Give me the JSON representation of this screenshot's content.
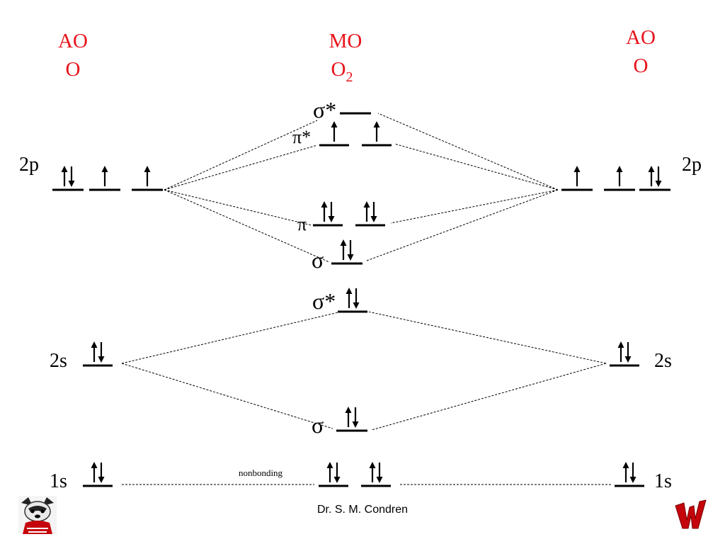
{
  "headers": {
    "left_line1": "AO",
    "left_line2": "O",
    "center_line1": "MO",
    "center_line2_base": "O",
    "center_line2_sub": "2",
    "right_line1": "AO",
    "right_line2": "O"
  },
  "ao_labels": {
    "left_2p": "2p",
    "right_2p": "2p",
    "left_2s": "2s",
    "right_2s": "2s",
    "left_1s": "1s",
    "right_1s": "1s"
  },
  "mo_labels": {
    "sigma_star_2p": "σ*",
    "pi_star_2p": "π*",
    "pi_2p": "π",
    "sigma_2p": "σ",
    "sigma_star_2s": "σ*",
    "sigma_2s": "σ",
    "nonbonding": "nonbonding"
  },
  "levels": {
    "left_2p": [
      "updown",
      "up",
      "up"
    ],
    "right_2p": [
      "up",
      "up",
      "updown"
    ],
    "sigma_star_2p": [
      "empty"
    ],
    "pi_star_2p": [
      "up",
      "up"
    ],
    "pi_2p": [
      "updown",
      "updown"
    ],
    "sigma_2p": [
      "updown"
    ],
    "sigma_star_2s": [
      "updown"
    ],
    "left_2s": [
      "updown"
    ],
    "right_2s": [
      "updown"
    ],
    "sigma_2s": [
      "updown"
    ],
    "left_1s": [
      "updown"
    ],
    "center_1s": [
      "updown",
      "updown"
    ],
    "right_1s": [
      "updown"
    ]
  },
  "footer": {
    "author": "Dr. S. M. Condren"
  },
  "icons": {
    "left_logo": "badger-mascot-icon",
    "right_logo": "wisconsin-w-logo-icon"
  },
  "colors": {
    "header_red": "#e8141c",
    "logo_red": "#c5050c"
  }
}
